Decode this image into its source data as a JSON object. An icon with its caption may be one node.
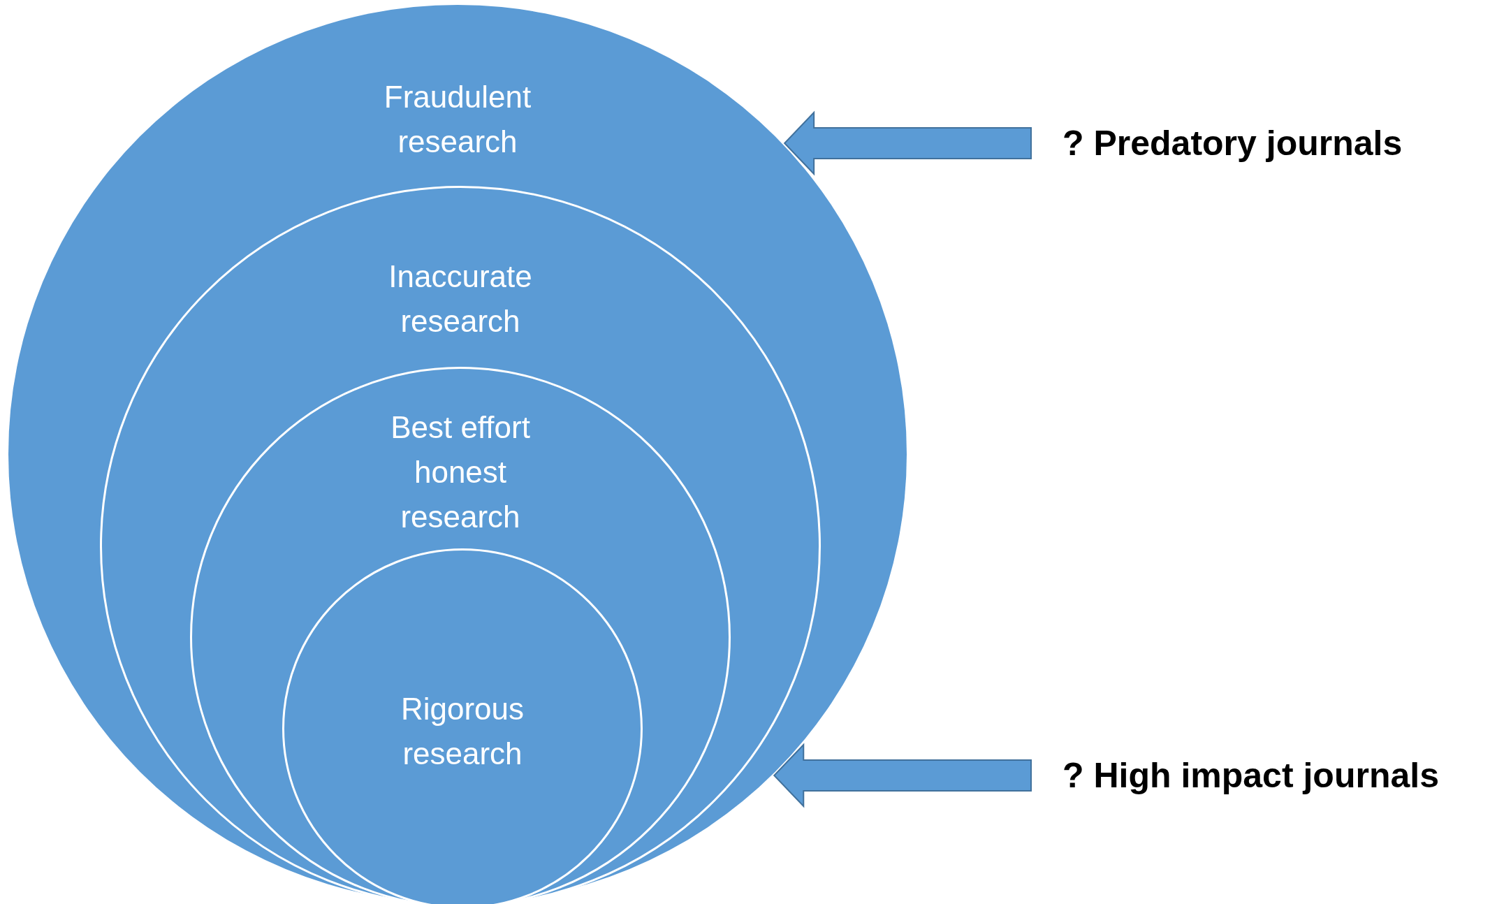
{
  "diagram": {
    "nodes": [
      {
        "text": [
          "Fraudulent research"
        ]
      },
      {
        "text": [
          "Inaccurate research"
        ],
        "in": 0
      },
      {
        "text": [
          "Best effort honest research"
        ],
        "in": 1
      },
      {
        "text": [
          "Rigorous research"
        ],
        "in": 2
      },
      {
        "text": [
          "? Predatory journals"
        ]
      },
      {
        "text": [
          "? High impact journals"
        ]
      }
    ],
    "edges": [
      {
        "from": 4,
        "to": 0,
        "arrow": "to"
      },
      {
        "from": 5,
        "to": 0,
        "arrow": "to"
      }
    ]
  }
}
